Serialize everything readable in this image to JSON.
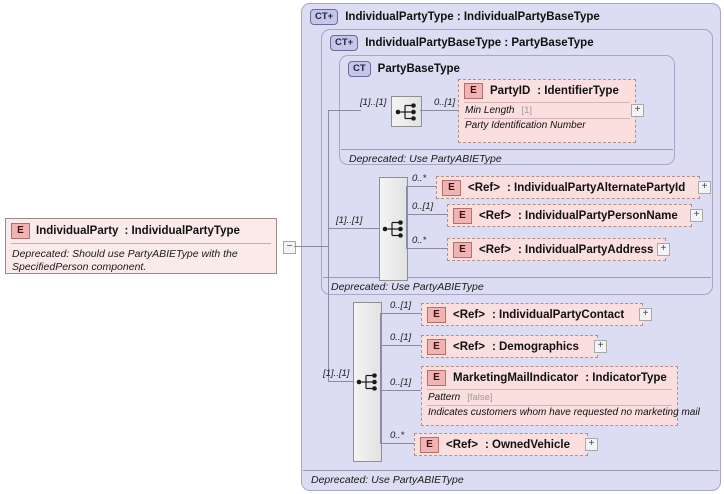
{
  "diagram": {
    "kind": "xsd-schema-diagram",
    "root_element": {
      "icon": "element-badge",
      "badge": "E",
      "name": "IndividualParty",
      "type": ": IndividualPartyType",
      "documentation": "Deprecated: Should use PartyABIEType with the SpecifiedPerson component.",
      "toggle": "−"
    },
    "outer_type": {
      "badge": "CT+",
      "label": "IndividualPartyType : IndividualPartyBaseType",
      "footer": "Deprecated: Use PartyABIEType"
    },
    "base_type": {
      "badge": "CT+",
      "label": "IndividualPartyBaseType : PartyBaseType",
      "footer": "Deprecated: Use PartyABIEType"
    },
    "party_base_type": {
      "badge": "CT",
      "label": "PartyBaseType",
      "footer": "Deprecated: Use PartyABIEType"
    },
    "compositors": [
      {
        "name": "sequence-compositor-partybase",
        "cardinality": "[1]..[1]"
      },
      {
        "name": "sequence-compositor-basetype",
        "cardinality": "[1]..[1]"
      },
      {
        "name": "sequence-compositor-individualparty",
        "cardinality": "[1]..[1]"
      }
    ],
    "party_base_children": [
      {
        "badge": "E",
        "cardinality": "0..[1]",
        "name": "PartyID",
        "type": ": IdentifierType",
        "facet_label": "Min Length",
        "facet_value": "[1]",
        "documentation": "Party Identification Number",
        "expand": "+",
        "is_ref": false
      }
    ],
    "base_type_children": [
      {
        "badge": "E",
        "cardinality": "0..*",
        "ref": "<Ref>",
        "type": ": IndividualPartyAlternatePartyId",
        "expand": "+"
      },
      {
        "badge": "E",
        "cardinality": "0..[1]",
        "ref": "<Ref>",
        "type": ": IndividualPartyPersonName",
        "expand": "+"
      },
      {
        "badge": "E",
        "cardinality": "0..*",
        "ref": "<Ref>",
        "type": ": IndividualPartyAddress",
        "expand": "+"
      }
    ],
    "individual_party_children": [
      {
        "badge": "E",
        "cardinality": "0..[1]",
        "ref": "<Ref>",
        "type": ": IndividualPartyContact",
        "expand": "+",
        "kind": "ref"
      },
      {
        "badge": "E",
        "cardinality": "0..[1]",
        "ref": "<Ref>",
        "type": ": Demographics",
        "expand": "+",
        "kind": "ref"
      },
      {
        "badge": "E",
        "cardinality": "0..[1]",
        "kind": "element",
        "name": "MarketingMailIndicator",
        "type": ": IndicatorType",
        "facet_label": "Pattern",
        "facet_value": "[false]",
        "documentation": "Indicates customers whom have requested no marketing mail"
      },
      {
        "badge": "E",
        "cardinality": "0..*",
        "ref": "<Ref>",
        "type": ": OwnedVehicle",
        "expand": "+",
        "kind": "ref"
      }
    ],
    "colors": {
      "panel_bg": "#dcdcf2",
      "panel_border": "#a6a6c8",
      "element_bg": "#fbdede",
      "element_border": "#b09090",
      "badge_e_bg": "#f2b3b3",
      "badge_ct_bg": "#c6c6e8",
      "connector": "#8a8aa0"
    }
  }
}
